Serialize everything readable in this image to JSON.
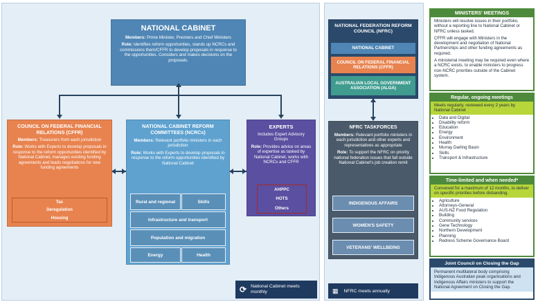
{
  "national_cabinet": {
    "title": "NATIONAL CABINET",
    "members_label": "Members:",
    "members_text": "Prime Minister, Premiers and Chief Ministers",
    "role_label": "Role:",
    "role_text": "Identifies reform opportunities, stands up NCRCs and commissions them/CFFR to develop proposals in response to the opportunities. Considers and makes decisions on the proposals."
  },
  "cffr": {
    "title": "COUNCIL ON FEDERAL FINANCIAL RELATIONS (CFFR)",
    "members_label": "Members:",
    "members_text": "Treasurers from each jurisdiction",
    "role_label": "Role:",
    "role_text": "Works with Experts to develop proposals in response to the reform opportunities identified by National Cabinet, manages existing funding agreements and leads negotiations for new funding agreements",
    "items": [
      "Tax",
      "Deregulation",
      "Housing"
    ]
  },
  "ncrc": {
    "title": "NATIONAL CABINET REFORM COMMITTEES (NCRCs)",
    "members_label": "Members:",
    "members_text": "Relevant portfolio ministers in each jurisdiction",
    "role_label": "Role:",
    "role_text": "Works with Experts to develop proposals in response to the reform opportunities identified by National Cabinet",
    "cells": [
      "Rural and regional",
      "Skills",
      "Infrastructure and transport",
      "Population and migration",
      "Energy",
      "Health"
    ]
  },
  "experts": {
    "title": "EXPERTS",
    "subtitle": "Includes Expert Advisory Groups",
    "role_label": "Role:",
    "role_text": "Provides advice on areas of expertise as tasked by National Cabinet, works with NCRCs and CFFR",
    "items": [
      "AHPPC",
      "HOTS",
      "Others"
    ]
  },
  "footer_left": {
    "text": "National Cabinet meets monthly"
  },
  "nfrc": {
    "title": "NATIONAL FEDERATION REFORM COUNCIL (NFRC)",
    "items": [
      "NATIONAL CABINET",
      "COUNCIL ON FEDERAL FINANCIAL RELATIONS (CFFR)",
      "AUSTRALIAN LOCAL GOVERNMENT ASSOCIATION (ALGA)"
    ],
    "colors": {
      "item1": "#4f86b5",
      "item2": "#e8834f",
      "item3": "#3f9c8f"
    }
  },
  "taskforces": {
    "title": "NFRC TASKFORCES",
    "members_label": "Members:",
    "members_text": "Relevant portfolio ministers in each jurisdiction and other experts and representatives as appropriate",
    "role_label": "Role:",
    "role_text": "To support the NFRC on priority national federation issues that fall outside National Cabinet's job creation remit",
    "items": [
      "INDIGENOUS AFFAIRS",
      "WOMEN'S SAFETY",
      "VETERANS' WELLBEING"
    ]
  },
  "footer_mid": {
    "text": "NFRC meets annually"
  },
  "ministers_meetings": {
    "title": "MINISTERS' MEETINGS",
    "paragraphs": [
      "Ministers will resolve issues in their portfolio, without a reporting line to National Cabinet or NFRC unless tasked.",
      "CFFR will engage with Ministers in the development and negotiation of National Partnerships and other funding agreements as required.",
      "A ministerial meeting may be required even where a NCRC exists, to enable ministers to progress non-NCRC priorities outside of the Cabinet system."
    ]
  },
  "regular": {
    "title": "Regular, ongoing meetings",
    "desc": "Meets regularly, reviewed every 2 years by National Cabinet",
    "items": [
      "Data and Digital",
      "Disability reform",
      "Education",
      "Energy",
      "Environment",
      "Health",
      "Murray Darling Basin",
      "Skills",
      "Transport & Infrastructure"
    ]
  },
  "time_limited": {
    "title": "Time-limited and when needed*",
    "desc": "Convened for a maximum of 12 months, to deliver on specific priorities before disbanding.",
    "items": [
      "Agriculture",
      "Attorneys-General",
      "AUS-NZ Food Regulation",
      "Building",
      "Community services",
      "Gene Technology",
      "Northern Development",
      "Planning",
      "Redress Scheme Governance Board"
    ]
  },
  "joint_council": {
    "title": "Joint Council on Closing the Gap",
    "desc": "Permanent multilateral body comprising Indigenous Australian peak organisations and Indigenous Affairs ministers to support the National Agreement on Closing the Gap."
  }
}
